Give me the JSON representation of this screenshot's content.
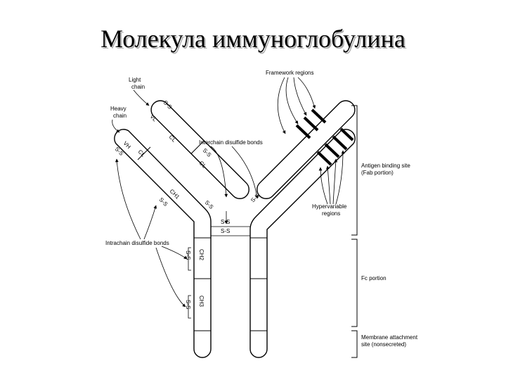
{
  "title": "Молекула иммуноглобулина",
  "labels": {
    "light_chain_1": "Light",
    "light_chain_2": "chain",
    "heavy_chain_1": "Heavy",
    "heavy_chain_2": "chain",
    "framework_regions": "Framework regions",
    "interchain_bonds_top": "Interchain disulfide bonds",
    "antigen_site_1": "Antigen binding site",
    "antigen_site_2": "(Fab portion)",
    "hypervariable_1": "Hypervariable",
    "hypervariable_2": "regions",
    "intrachain_bonds": "Intrachain disulfide bonds",
    "fc_portion": "Fc portion",
    "membrane_1": "Membrane attachment",
    "membrane_2": "site (nonsecreted)"
  },
  "domains": {
    "vl": "VL",
    "cl": "CL",
    "vh": "VH",
    "ch1": "CH1",
    "ch2": "CH2",
    "ch3": "CH3"
  },
  "bonds": {
    "ss": "S-S"
  }
}
